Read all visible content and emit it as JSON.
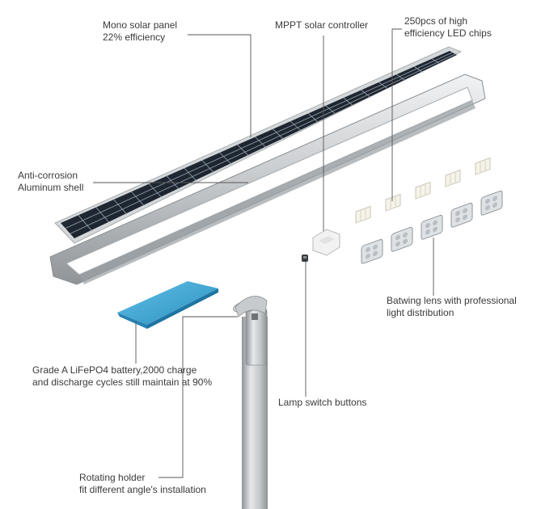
{
  "labels": {
    "solar_panel": {
      "line1": "Mono solar panel",
      "line2": "22% efficiency"
    },
    "controller": {
      "line1": "MPPT solar controller"
    },
    "led_chips": {
      "line1": "250pcs of high",
      "line2": "efficiency LED chips"
    },
    "shell": {
      "line1": "Anti-corrosion",
      "line2": "Aluminum shell"
    },
    "battery": {
      "line1": "Grade A LiFePO4 battery,2000 charge",
      "line2": "and discharge cycles still maintain at 90%"
    },
    "lens": {
      "line1": "Batwing lens with professional",
      "line2": "light distribution"
    },
    "switch": {
      "line1": "Lamp switch buttons"
    },
    "holder": {
      "line1": "Rotating holder",
      "line2": "fit different angle's installation"
    }
  },
  "colors": {
    "panel_frame": "#c9ccce",
    "panel_cell": "#1b2430",
    "cell_grid": "#9aa6b2",
    "battery": "#3ba6d3",
    "pole": "#b9bdc0",
    "leader": "#555555"
  }
}
